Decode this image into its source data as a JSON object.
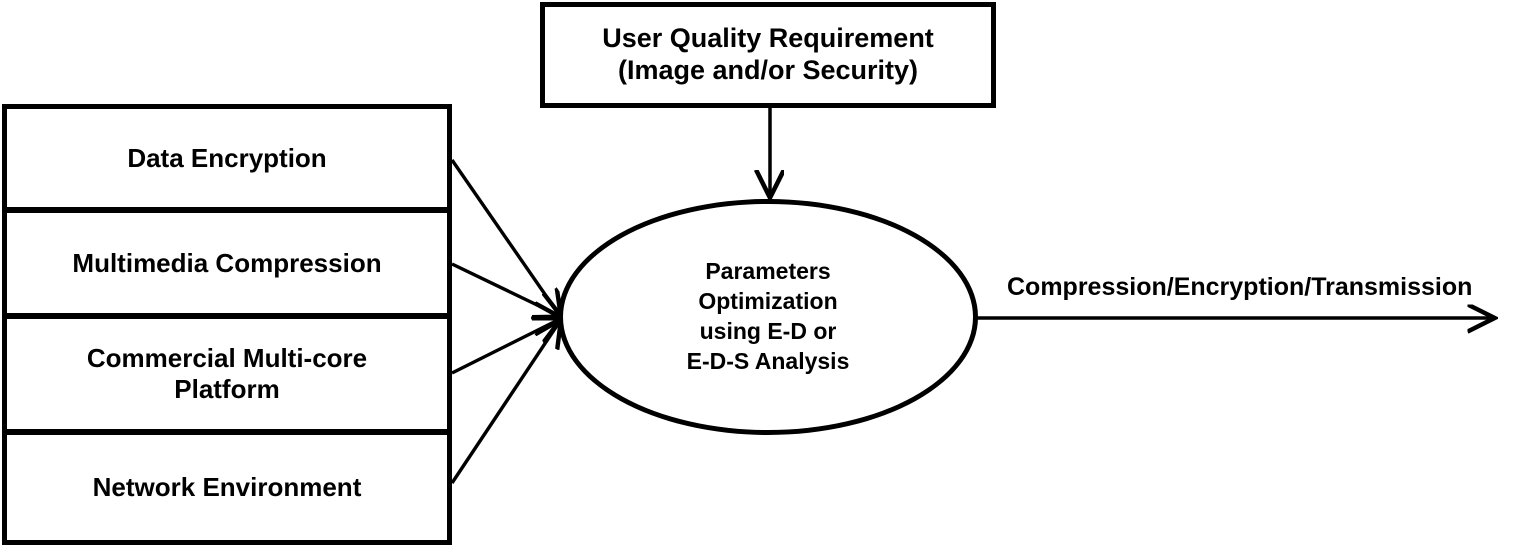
{
  "diagram": {
    "title": "Parameter optimization system block diagram",
    "stroke_color": "#000000",
    "background_color": "#ffffff",
    "requirement_box": {
      "line1": "User Quality Requirement",
      "line2": "(Image and/or Security)"
    },
    "inputs": [
      {
        "label": "Data Encryption"
      },
      {
        "label": "Multimedia Compression"
      },
      {
        "label_line1": "Commercial Multi-core",
        "label_line2": "Platform"
      },
      {
        "label": "Network Environment"
      }
    ],
    "process": {
      "line1": "Parameters",
      "line2": "Optimization",
      "line3": "using E-D or",
      "line4": "E-D-S  Analysis"
    },
    "output": {
      "label": "Compression/Encryption/Transmission"
    }
  }
}
